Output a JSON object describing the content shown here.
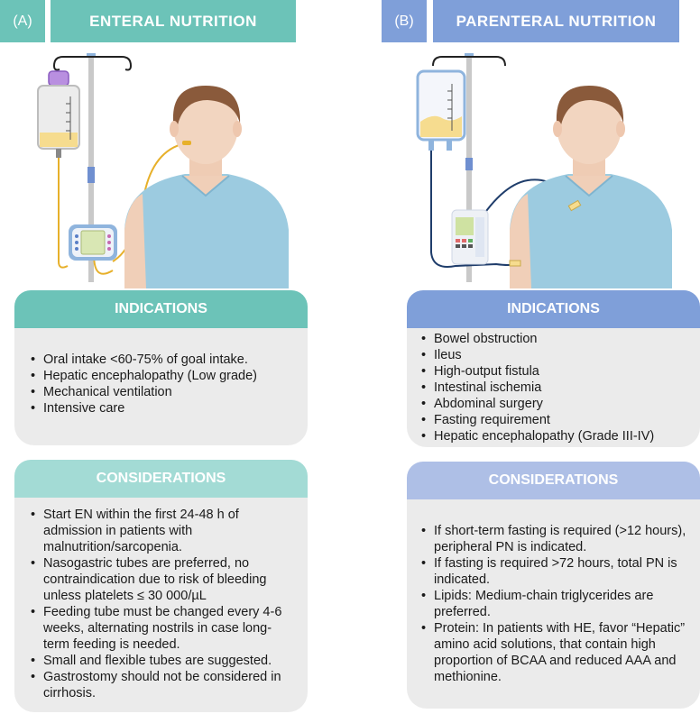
{
  "panel_a": {
    "letter": "(A)",
    "title": "ENTERAL NUTRITION",
    "indications": {
      "header": "INDICATIONS",
      "items": [
        "Oral intake <60-75% of goal intake.",
        "Hepatic encephalopathy (Low grade)",
        "Mechanical ventilation",
        "Intensive care"
      ]
    },
    "considerations": {
      "header": "CONSIDERATIONS",
      "items": [
        "Start EN within the first 24-48 h of admission in patients with malnutrition/sarcopenia.",
        "Nasogastric tubes are preferred, no contraindication due to risk of bleeding unless platelets ≤ 30 000/µL",
        "Feeding tube must be changed every 4-6 weeks, alternating nostrils in case long-term feeding is needed.",
        "Small and flexible tubes are suggested.",
        "Gastrostomy should not be considered in cirrhosis."
      ]
    }
  },
  "panel_b": {
    "letter": "(B)",
    "title": "PARENTERAL NUTRITION",
    "indications": {
      "header": "INDICATIONS",
      "items": [
        "Bowel obstruction",
        "Ileus",
        "High-output fistula",
        "Intestinal ischemia",
        "Abdominal surgery",
        "Fasting requirement",
        "Hepatic encephalopathy (Grade III-IV)"
      ]
    },
    "considerations": {
      "header": "CONSIDERATIONS",
      "items": [
        "If short-term fasting is required (>12 hours), peripheral PN is indicated.",
        "If fasting is required >72 hours, total PN is indicated.",
        "Lipids: Medium-chain triglycerides are preferred.",
        "Protein: In patients with HE, favor “Hepatic” amino acid solutions, that contain high proportion of BCAA and reduced AAA and methionine."
      ]
    }
  },
  "colors": {
    "enteral": "#6cc3b8",
    "enteral_light": "#a3dbd5",
    "parenteral": "#7f9fd9",
    "parenteral_light": "#aebfe6",
    "box": "#ebebeb"
  }
}
